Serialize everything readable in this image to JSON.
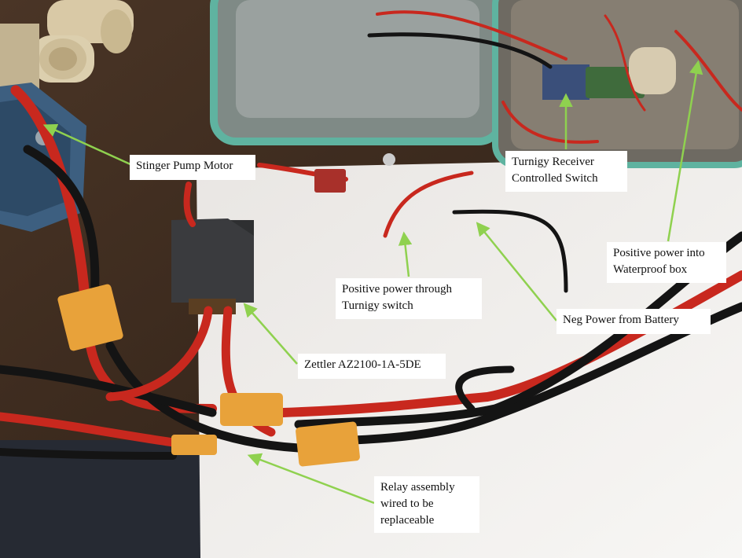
{
  "annotations": {
    "stinger_pump_motor": {
      "lines": [
        "Stinger Pump Motor"
      ]
    },
    "turnigy_receiver_switch": {
      "lines": [
        "Turnigy Receiver",
        "Controlled Switch"
      ]
    },
    "positive_power_waterproof": {
      "lines": [
        "Positive power into",
        "Waterproof box"
      ]
    },
    "positive_power_turnigy": {
      "lines": [
        "Positive power through",
        "Turnigy switch"
      ]
    },
    "neg_power_battery": {
      "lines": [
        "Neg Power from Battery"
      ]
    },
    "zettler_relay": {
      "lines": [
        "Zettler AZ2100-1A-5DE"
      ]
    },
    "relay_assembly": {
      "lines": [
        "Relay assembly",
        "wired to be",
        "replaceable"
      ]
    }
  },
  "colors": {
    "arrow": "#8fd14f",
    "wire_red": "#c8281e",
    "wire_black": "#141414",
    "connector": "#e8a23a",
    "table": "#3a2a1e",
    "paper": "#f3f1ee"
  }
}
